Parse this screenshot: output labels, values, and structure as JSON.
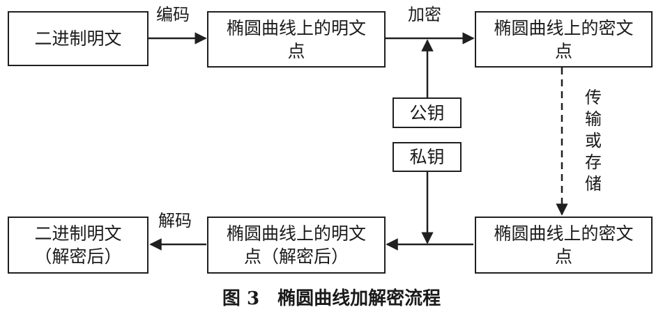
{
  "boxes": {
    "binary_plain": "二进制明文",
    "plain_point": "椭圆曲线上的明文\n点",
    "cipher_point_top": "椭圆曲线上的密文\n点",
    "public_key": "公钥",
    "private_key": "私钥",
    "cipher_point_bottom": "椭圆曲线上的密文\n点",
    "plain_point_decrypted": "椭圆曲线上的明文\n点（解密后）",
    "binary_plain_decrypted": "二进制明文\n（解密后）"
  },
  "edge_labels": {
    "encode": "编码",
    "encrypt": "加密",
    "transmit_store": "传\n输\n或\n存\n储",
    "decode": "解码"
  },
  "caption": "图 3　椭圆曲线加解密流程"
}
